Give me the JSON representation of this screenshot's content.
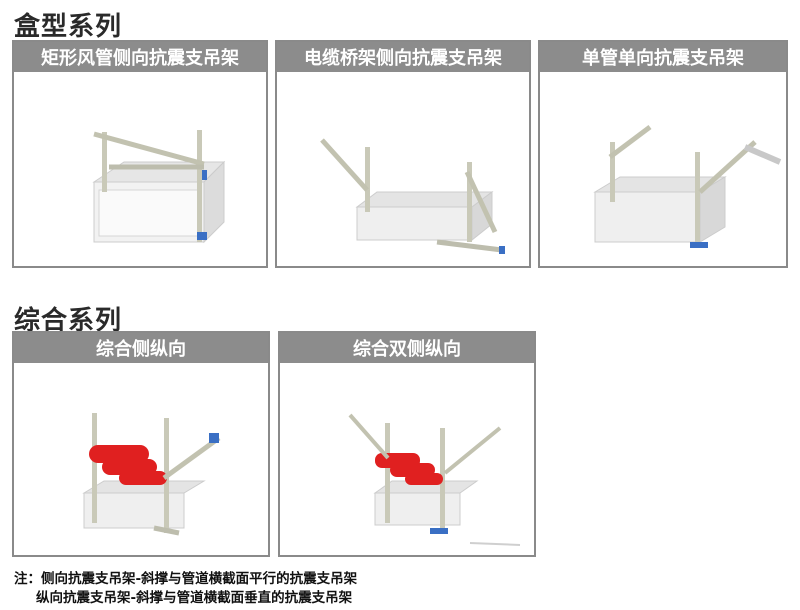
{
  "sections": {
    "box": {
      "title": "盒型系列"
    },
    "combo": {
      "title": "综合系列"
    }
  },
  "cards": [
    {
      "title": "矩形风管侧向抗震支吊架"
    },
    {
      "title": "电缆桥架侧向抗震支吊架"
    },
    {
      "title": "单管单向抗震支吊架"
    },
    {
      "title": "综合侧纵向"
    },
    {
      "title": "综合双侧纵向"
    }
  ],
  "notes": {
    "line1": "注：侧向抗震支吊架-斜撑与管道横截面平行的抗震支吊架",
    "line2": "纵向抗震支吊架-斜撑与管道横截面垂直的抗震支吊架"
  },
  "colors": {
    "header_gray": "#8c8c8c",
    "pipe_red": "#e02020",
    "bracket_blue": "#3a6fc4"
  }
}
